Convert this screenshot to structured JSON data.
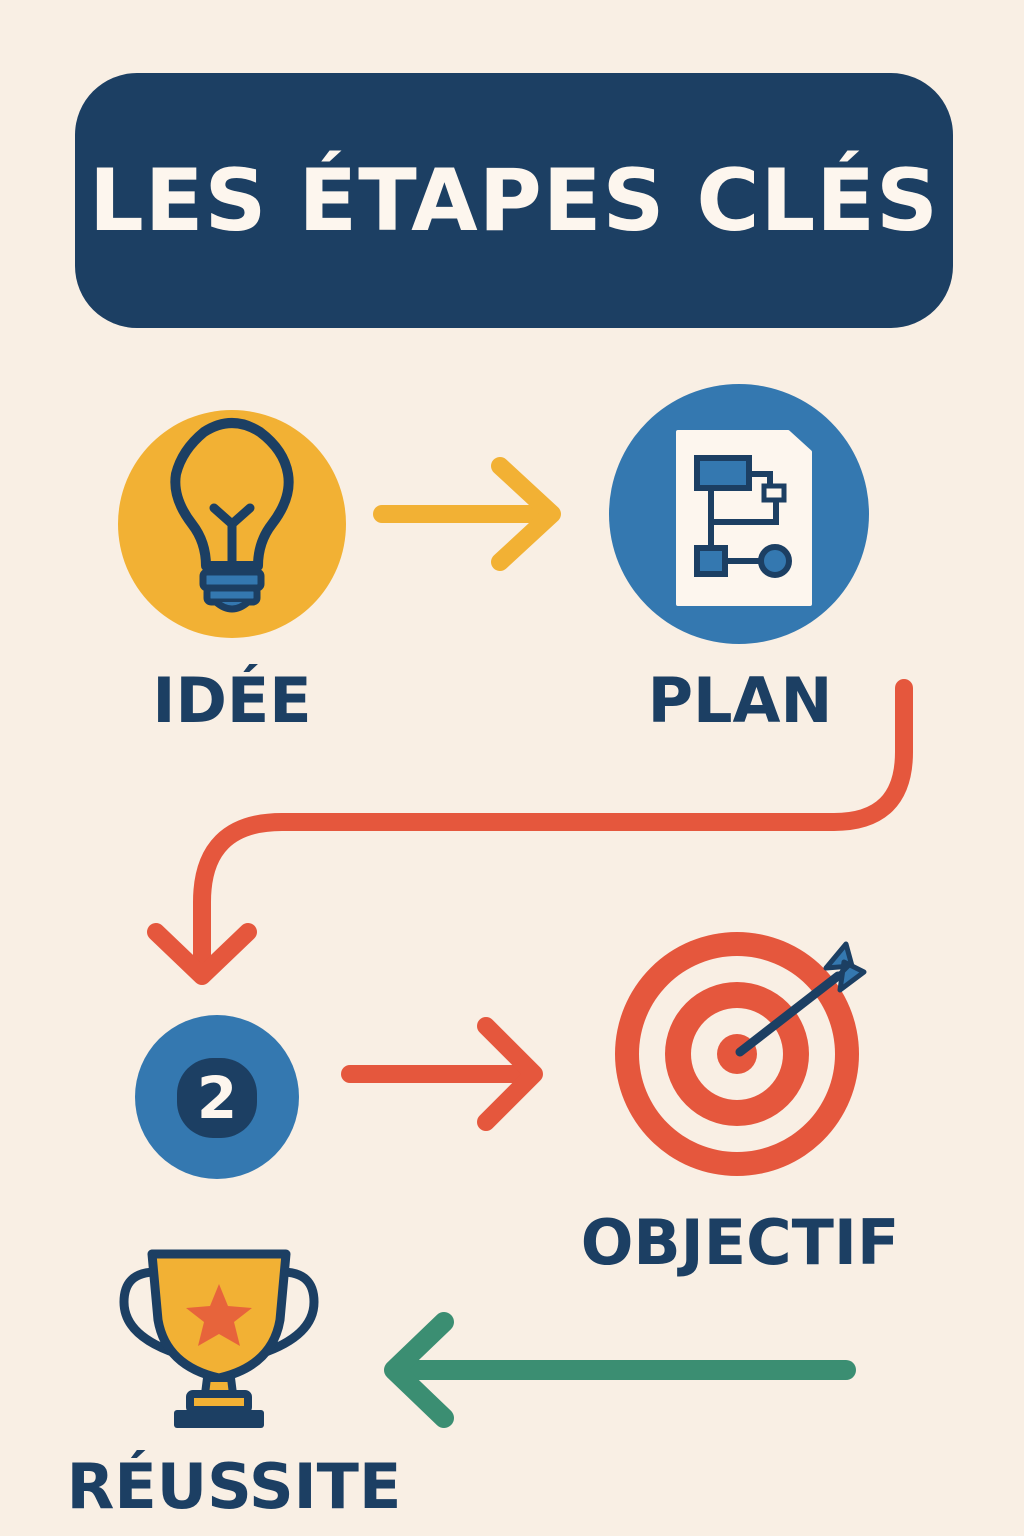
{
  "title": "LES ÉTAPES CLÉS",
  "steps": [
    {
      "label": "IDÉE",
      "icon": "lightbulb-icon"
    },
    {
      "label": "PLAN",
      "icon": "flowchart-document-icon"
    },
    {
      "label": "2",
      "icon": "number-badge-icon"
    },
    {
      "label": "OBJECTIF",
      "icon": "target-arrow-icon"
    },
    {
      "label": "RÉUSSITE",
      "icon": "trophy-icon"
    }
  ],
  "colors": {
    "background": "#f9efe4",
    "navy": "#1c3f63",
    "yellow": "#f2b134",
    "blue": "#3478b0",
    "red": "#e5573d",
    "green": "#3b8e72"
  }
}
